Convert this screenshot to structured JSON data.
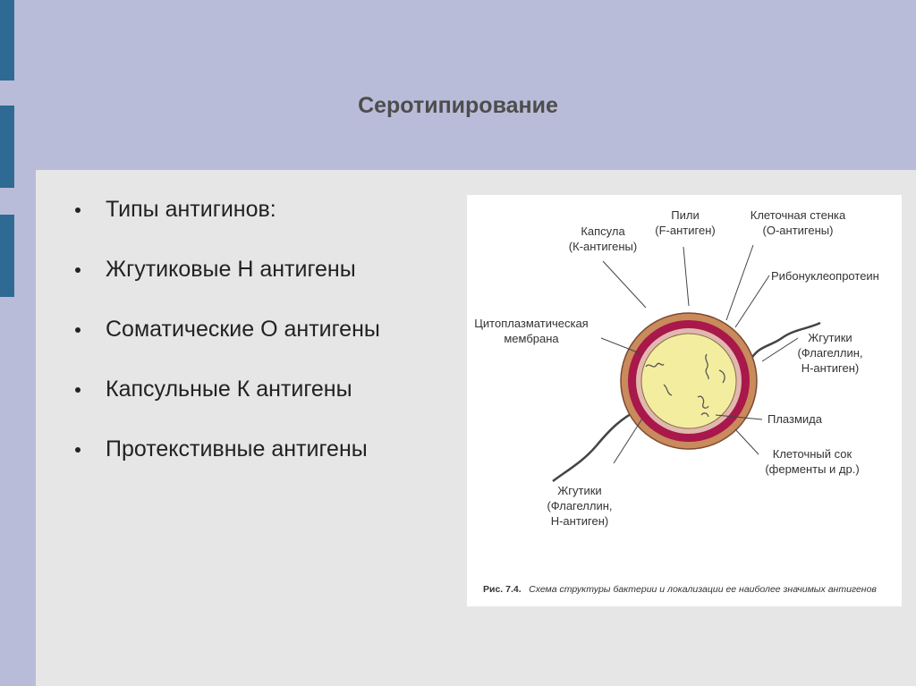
{
  "slide": {
    "title": "Серотипирование",
    "bullets": [
      "Типы антигинов:",
      "Жгутиковые Н антигены",
      "Соматические О антигены",
      "Капсульные К антигены",
      "Протекстивные антигены"
    ]
  },
  "figure": {
    "labels": {
      "capsule_1": "Капсула",
      "capsule_2": "(К-антигены)",
      "pili_1": "Пили",
      "pili_2": "(F-антиген)",
      "wall_1": "Клеточная стенка",
      "wall_2": "(О-антигены)",
      "ribo": "Рибонуклеопротеин",
      "membrane_1": "Цитоплазматическая",
      "membrane_2": "мембрана",
      "flag_right_1": "Жгутики",
      "flag_right_2": "(Флагеллин,",
      "flag_right_3": "Н-антиген)",
      "plasmid": "Плазмида",
      "sap_1": "Клеточный сок",
      "sap_2": "(ферменты и др.)",
      "flag_left_1": "Жгутики",
      "flag_left_2": "(Флагеллин,",
      "flag_left_3": "Н-антиген)"
    },
    "caption_prefix": "Рис. 7.4.",
    "caption": "Схема структуры бактерии и локализации ее наиболее значимых антигенов",
    "colors": {
      "capsule": "#c98a5c",
      "wall": "#a8184a",
      "membrane": "#e0b8b0",
      "cytoplasm": "#f3eda0"
    }
  }
}
